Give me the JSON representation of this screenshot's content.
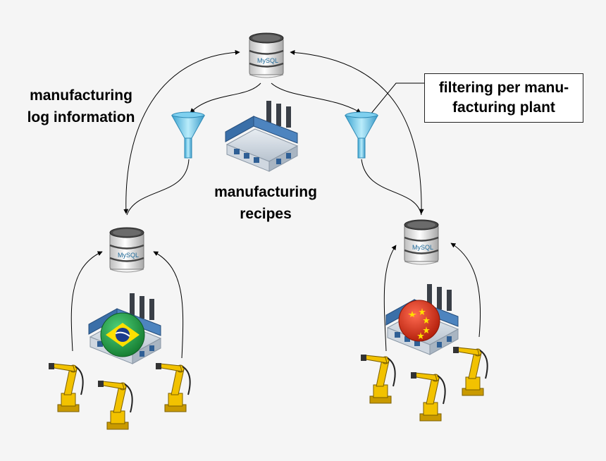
{
  "labels": {
    "log_line1": "manufacturing",
    "log_line2": "log information",
    "recipes_line1": "manufacturing",
    "recipes_line2": "recipes",
    "callout_line1": "filtering per manu-",
    "callout_line2": "facturing plant"
  },
  "db_brand": "MySQL",
  "nodes": {
    "central_db": "database-icon",
    "plant_db_brazil": "database-icon",
    "plant_db_china": "database-icon",
    "filters": "funnel-icon",
    "factories": "factory-icon",
    "robots": "industrial-robot-arm-icon"
  },
  "colors": {
    "background": "#f5f5f5",
    "funnel": "#6ec6e6",
    "factory_roof": "#3a6fa8",
    "robot": "#f2c200",
    "flag_brazil_green": "#1a9b3c",
    "flag_brazil_yellow": "#fedf00",
    "flag_brazil_blue": "#1b3c8c",
    "flag_china_red": "#de2910",
    "flag_china_star": "#ffde00"
  }
}
